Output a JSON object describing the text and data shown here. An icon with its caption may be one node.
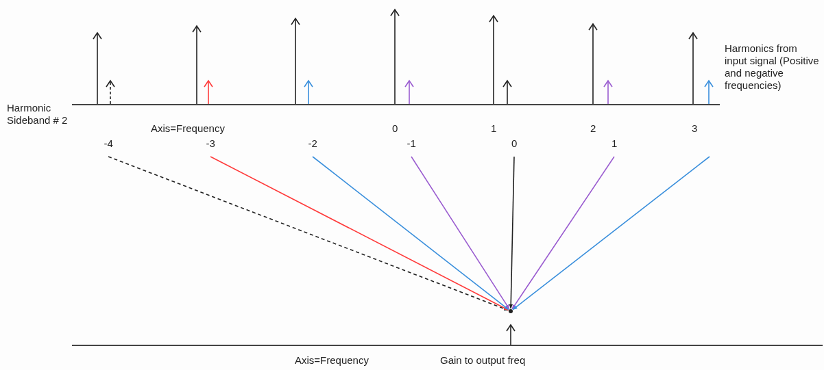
{
  "diagram": {
    "nodes": [
      {
        "text": [
          "-4"
        ]
      },
      {
        "text": [
          "-3"
        ]
      },
      {
        "text": [
          "-2"
        ]
      },
      {
        "text": [
          "-1"
        ]
      },
      {
        "text": [
          "0"
        ]
      },
      {
        "text": [
          "1"
        ]
      },
      {
        "text": [],
        "shape": "dot"
      }
    ],
    "edges": [
      {
        "from": 0,
        "to": 6,
        "arrow": "to",
        "style": "dashed"
      },
      {
        "from": 1,
        "to": 6,
        "arrow": "to",
        "color": "#ff3b3b"
      },
      {
        "from": 2,
        "to": 6,
        "arrow": "to",
        "color": "#3a8fdc"
      },
      {
        "from": 3,
        "to": 6,
        "arrow": "to",
        "color": "#9a5cd0"
      },
      {
        "from": 4,
        "to": 6,
        "arrow": "to"
      },
      {
        "from": 5,
        "to": 6,
        "arrow": "to",
        "color": "#9a5cd0"
      },
      {
        "from": null,
        "to": 6,
        "arrow": "to",
        "color": "#3a8fdc"
      }
    ],
    "labels": [
      "Harmonics from input signal (Positive and negative frequencies)",
      "Harmonic Sideband # 2",
      "Axis=Frequency",
      "0",
      "1",
      "2",
      "3",
      "Axis=Frequency",
      "Gain to output freq"
    ]
  }
}
